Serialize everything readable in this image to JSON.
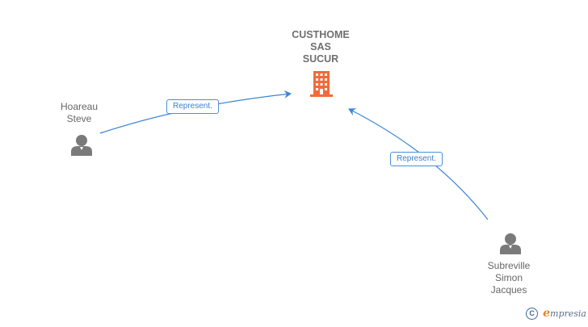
{
  "nodes": {
    "company": {
      "label": "CUSTHOME\nSAS\nSUCUR",
      "icon": "building-icon",
      "color": "#f26a3a"
    },
    "person1": {
      "label": "Hoareau\nSteve",
      "icon": "person-icon",
      "color": "#7a7a7a"
    },
    "person2": {
      "label": "Subreville\nSimon\nJacques",
      "icon": "person-icon",
      "color": "#7a7a7a"
    }
  },
  "edges": [
    {
      "label": "Represent.",
      "color": "#3b84d6"
    },
    {
      "label": "Represent.",
      "color": "#3b84d6"
    }
  ],
  "footer": {
    "copyright_symbol": "C",
    "brand_initial": "e",
    "brand_rest": "mpresia"
  }
}
